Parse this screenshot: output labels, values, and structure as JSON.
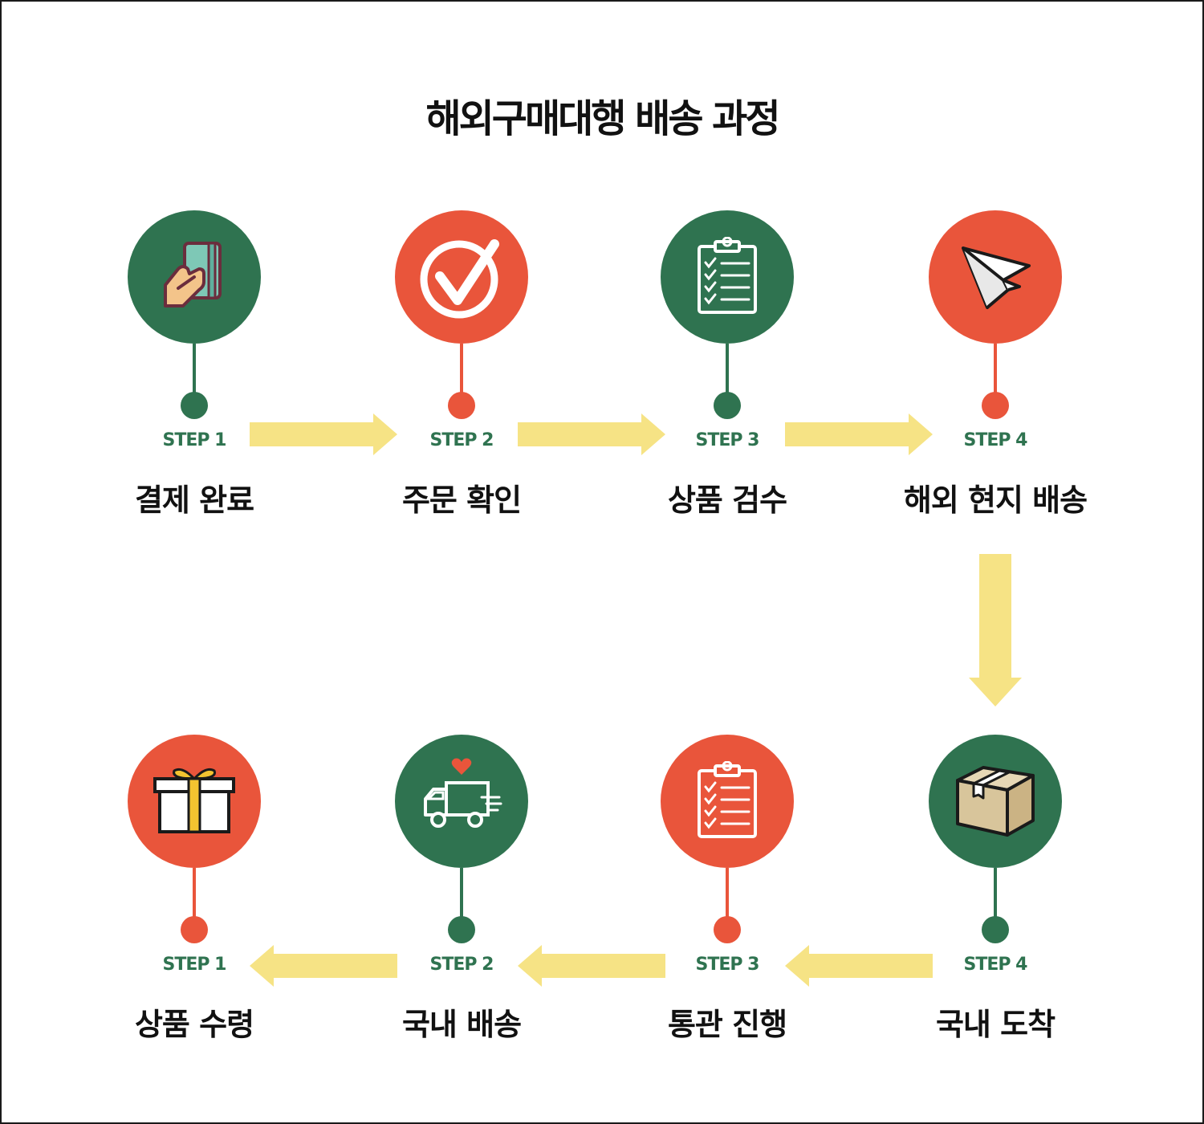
{
  "title": "해외구매대행 배송 과정",
  "colors": {
    "green": "#2f7350",
    "red": "#e9553b",
    "arrow": "#f6e385",
    "text": "#111111"
  },
  "top_row": [
    {
      "step": "STEP 1",
      "label": "결제 완료",
      "icon": "card-payment-icon",
      "color": "green"
    },
    {
      "step": "STEP 2",
      "label": "주문 확인",
      "icon": "checkmark-icon",
      "color": "red"
    },
    {
      "step": "STEP 3",
      "label": "상품 검수",
      "icon": "clipboard-checklist-icon",
      "color": "green"
    },
    {
      "step": "STEP 4",
      "label": "해외 현지 배송",
      "icon": "paper-plane-icon",
      "color": "red"
    }
  ],
  "bottom_row": [
    {
      "step": "STEP 1",
      "label": "상품 수령",
      "icon": "gift-box-icon",
      "color": "red"
    },
    {
      "step": "STEP 2",
      "label": "국내 배송",
      "icon": "delivery-truck-icon",
      "color": "green"
    },
    {
      "step": "STEP 3",
      "label": "통관 진행",
      "icon": "clipboard-checklist-icon",
      "color": "red"
    },
    {
      "step": "STEP 4",
      "label": "국내 도착",
      "icon": "cardboard-box-icon",
      "color": "green"
    }
  ]
}
